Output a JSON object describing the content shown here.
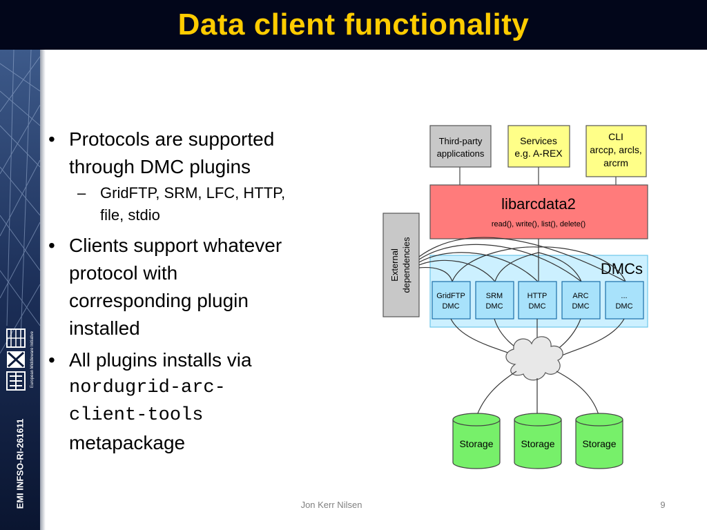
{
  "slide": {
    "title": "Data client functionality",
    "sidebar_code": "EMI INFSO-RI-261611",
    "footer": "Jon Kerr Nilsen",
    "page_number": "9"
  },
  "bullets": {
    "b1_line1": "Protocols are supported",
    "b1_line2": "through DMC plugins",
    "sub_line1": "GridFTP, SRM, LFC, HTTP,",
    "sub_line2": "file, stdio",
    "b2_line1": "Clients support whatever",
    "b2_line2": "protocol with",
    "b2_line3": "corresponding plugin",
    "b2_line4": "installed",
    "b3_line1": "All plugins installs via",
    "b3_mono1": "nordugrid-arc-",
    "b3_mono2": "client-tools",
    "b3_line4": "metapackage"
  },
  "diagram": {
    "third_party_1": "Third-party",
    "third_party_2": "applications",
    "services_1": "Services",
    "services_2": "e.g. A-REX",
    "cli_1": "CLI",
    "cli_2": "arccp, arcls,",
    "cli_3": "arcrm",
    "lib_title": "libarcdata2",
    "lib_funcs": "read(), write(), list(), delete()",
    "ext_1": "External",
    "ext_2": "dependencies",
    "dmcs": "DMCs",
    "dmc_gridftp_1": "GridFTP",
    "dmc_gridftp_2": "DMC",
    "dmc_srm_1": "SRM",
    "dmc_srm_2": "DMC",
    "dmc_http_1": "HTTP",
    "dmc_http_2": "DMC",
    "dmc_arc_1": "ARC",
    "dmc_arc_2": "DMC",
    "dmc_more_1": "...",
    "dmc_more_2": "DMC",
    "storage_1": "Storage",
    "storage_2": "Storage",
    "storage_3": "Storage"
  },
  "colors": {
    "title": "#ffcc00",
    "header_bg": "#02061a",
    "grey_box": "#c8c8c8",
    "yellow_box": "#ffff88",
    "lib_box": "#ff7b7b",
    "dmc_area": "#ccf0ff",
    "dmc_box": "#a8e2fb",
    "storage": "#77f06a"
  },
  "logo": {
    "text": "European Middleware Initiative"
  }
}
